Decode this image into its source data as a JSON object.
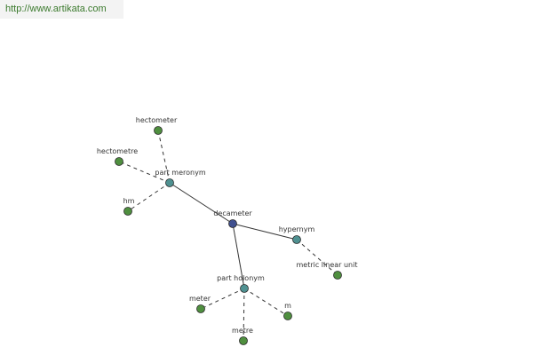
{
  "header": {
    "url": "http://www.artikata.com"
  },
  "colors": {
    "center": "#3f4f8f",
    "relation": "#4f9191",
    "leaf": "#4f8f3f",
    "edge": "#333333",
    "link": "#3b7a2d"
  },
  "graph": {
    "nodes": [
      {
        "id": "decameter",
        "label": "decameter",
        "kind": "center"
      },
      {
        "id": "part-meronym",
        "label": "part meronym",
        "kind": "relation"
      },
      {
        "id": "hypernym",
        "label": "hypernym",
        "kind": "relation"
      },
      {
        "id": "part-holonym",
        "label": "part holonym",
        "kind": "relation"
      },
      {
        "id": "hectometer",
        "label": "hectometer",
        "kind": "leaf"
      },
      {
        "id": "hectometre",
        "label": "hectometre",
        "kind": "leaf"
      },
      {
        "id": "hm",
        "label": "hm",
        "kind": "leaf"
      },
      {
        "id": "metric-linear-unit",
        "label": "metric linear unit",
        "kind": "leaf"
      },
      {
        "id": "meter",
        "label": "meter",
        "kind": "leaf"
      },
      {
        "id": "metre",
        "label": "metre",
        "kind": "leaf"
      },
      {
        "id": "m",
        "label": "m",
        "kind": "leaf"
      }
    ],
    "edges": [
      {
        "from": "decameter",
        "to": "part-meronym",
        "style": "solid"
      },
      {
        "from": "decameter",
        "to": "hypernym",
        "style": "solid"
      },
      {
        "from": "decameter",
        "to": "part-holonym",
        "style": "solid"
      },
      {
        "from": "part-meronym",
        "to": "hectometer",
        "style": "dashed"
      },
      {
        "from": "part-meronym",
        "to": "hectometre",
        "style": "dashed"
      },
      {
        "from": "part-meronym",
        "to": "hm",
        "style": "dashed"
      },
      {
        "from": "hypernym",
        "to": "metric-linear-unit",
        "style": "dashed"
      },
      {
        "from": "part-holonym",
        "to": "meter",
        "style": "dashed"
      },
      {
        "from": "part-holonym",
        "to": "metre",
        "style": "dashed"
      },
      {
        "from": "part-holonym",
        "to": "m",
        "style": "dashed"
      }
    ]
  }
}
